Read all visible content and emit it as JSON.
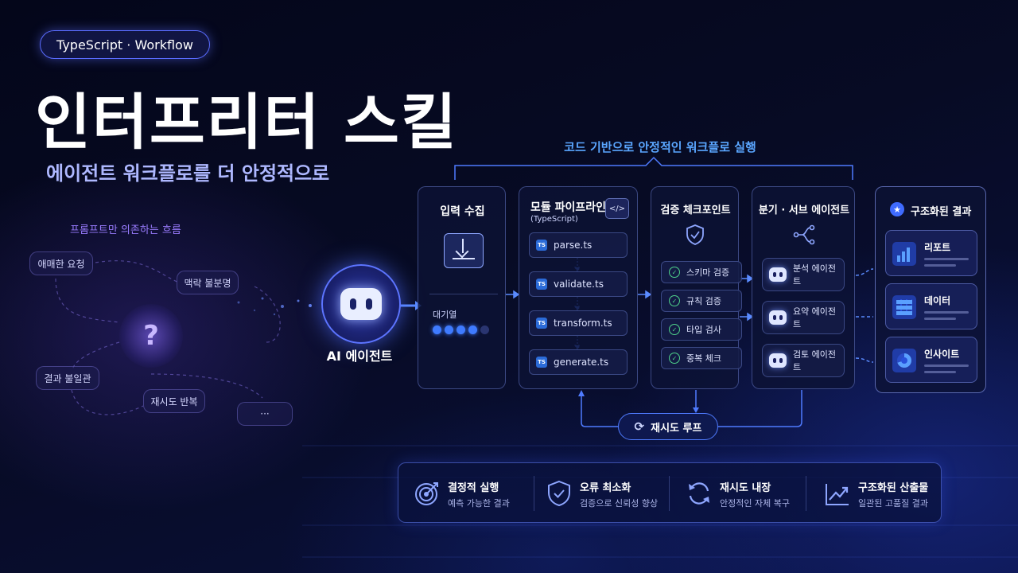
{
  "badge": "TypeScript · Workflow",
  "title": "인터프리터 스킬",
  "subtitle": "에이전트 워크플로를 더 안정적으로",
  "left": {
    "caption": "프롬프트만 의존하는 흐름",
    "pills": [
      "애매한 요청",
      "맥락 불분명",
      "결과 불일관",
      "재시도 반복",
      "···"
    ],
    "center_mark": "?"
  },
  "agent": {
    "label": "AI 에이전트"
  },
  "bracket_caption": "코드 기반으로 안정적인 워크플로 실행",
  "input": {
    "title": "입력 수집",
    "queue_label": "대기열",
    "queue_filled": 4,
    "queue_total": 5
  },
  "pipeline": {
    "title": "모듈 파이프라인",
    "subtitle": "(TypeScript)",
    "code_icon": "</>",
    "ts_badge": "TS",
    "files": [
      "parse.ts",
      "validate.ts",
      "transform.ts",
      "generate.ts"
    ]
  },
  "checkpoint": {
    "title": "검증 체크포인트",
    "items": [
      "스키마 검증",
      "규칙 검증",
      "타입 검사",
      "중복 체크"
    ]
  },
  "branch": {
    "title": "분기 · 서브 에이전트",
    "agents": [
      "분석 에이전트",
      "요약 에이전트",
      "검토 에이전트"
    ]
  },
  "results": {
    "title": "구조화된 결과",
    "items": [
      "리포트",
      "데이터",
      "인사이트"
    ]
  },
  "retry_loop": "재시도 루프",
  "benefits": [
    {
      "title": "결정적 실행",
      "sub": "예측 가능한 결과",
      "icon": "target-icon"
    },
    {
      "title": "오류 최소화",
      "sub": "검증으로 신뢰성 향상",
      "icon": "shield-check-icon"
    },
    {
      "title": "재시도 내장",
      "sub": "안정적인 자체 복구",
      "icon": "refresh-icon"
    },
    {
      "title": "구조화된 산출물",
      "sub": "일관된 고품질 결과",
      "icon": "trend-up-icon"
    }
  ],
  "colors": {
    "accent": "#4f7bff",
    "caption_blue": "#5aa6ff",
    "left_purple": "#9a7cff",
    "check_green": "#4fd38a"
  }
}
